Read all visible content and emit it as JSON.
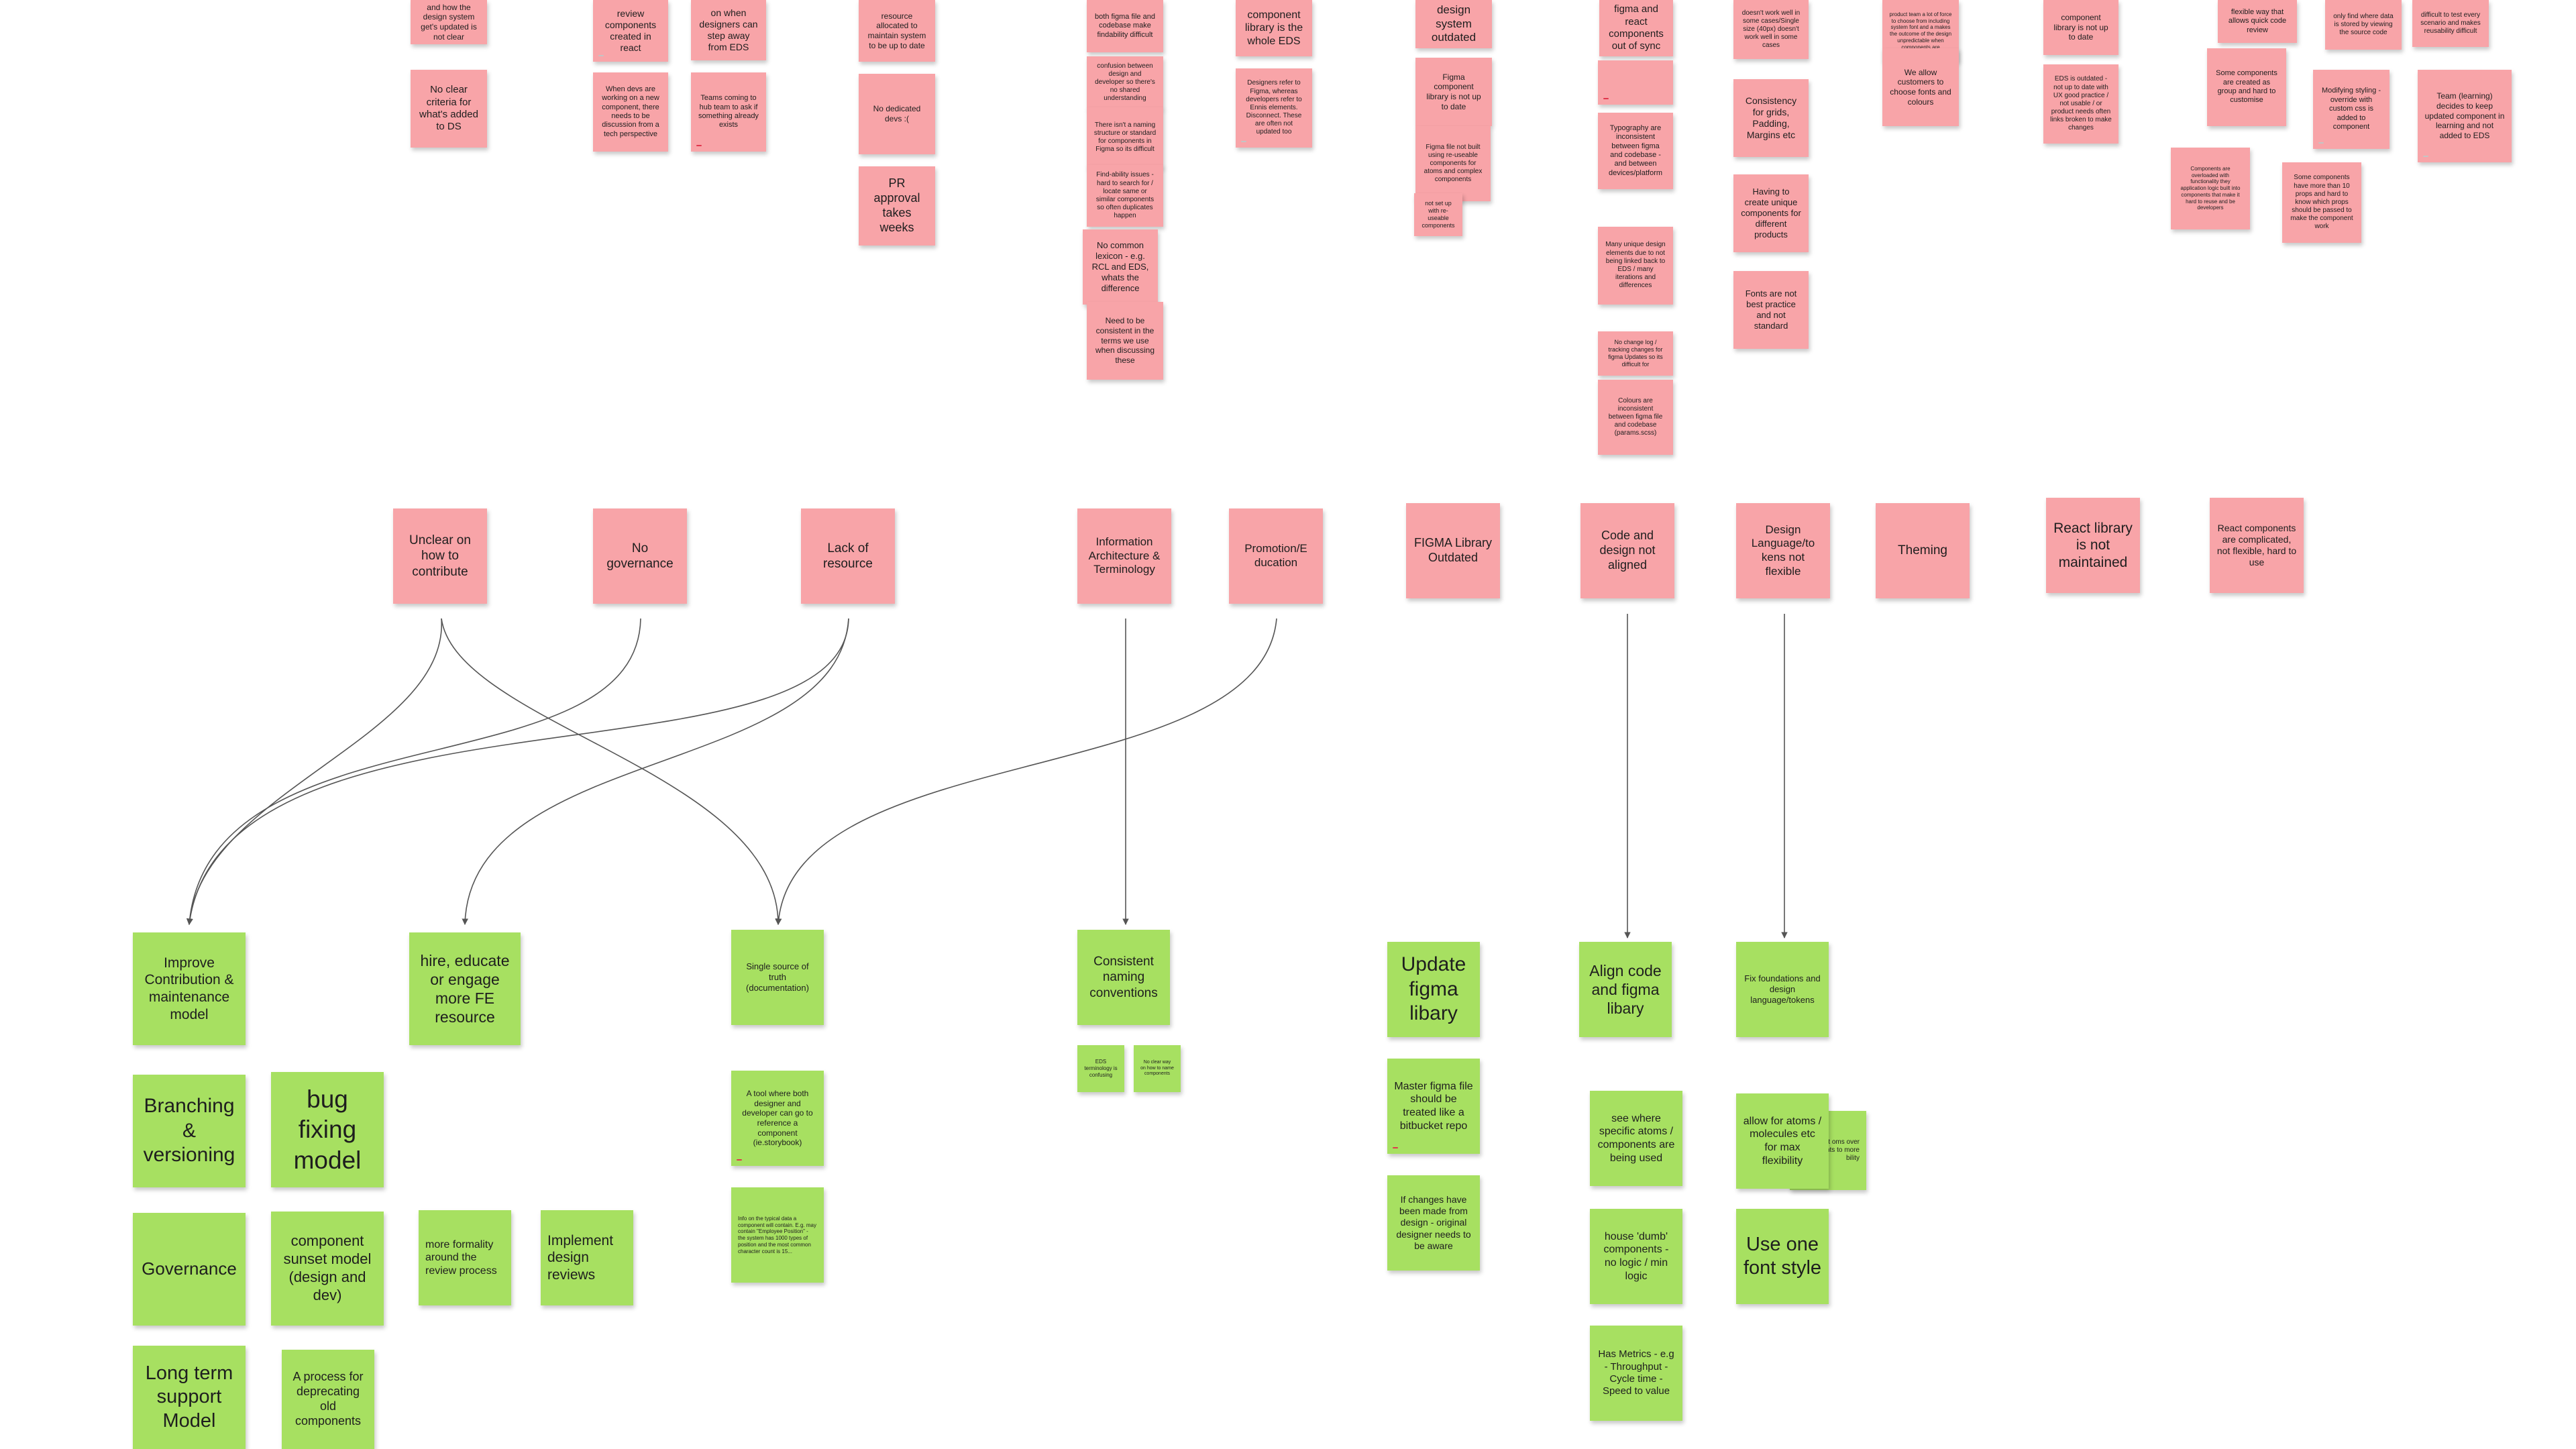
{
  "canvas": {
    "background": "#ffffff",
    "note_pink": "#f8a4a8",
    "note_green": "#a7e061",
    "connector": "#555555"
  },
  "pain_points": {
    "contribution": {
      "n1": "and how the design system get's updated is not clear",
      "n2": "No clear criteria for what's added to DS"
    },
    "governance": {
      "n1": "review components created in react",
      "n2": "When devs are working on a new component, there needs to be discussion from a tech perspective"
    },
    "resource_1": {
      "n1": "on when designers can step away from EDS",
      "n2": "Teams coming to hub team to ask if something already exists"
    },
    "resource_2": {
      "n1": "resource allocated to maintain system to be up to date",
      "n2": "No dedicated devs :(",
      "n3": "PR approval takes weeks"
    },
    "terminology": {
      "n1": "both figma file and codebase make findability difficult",
      "n2": "confusion between design and developer so there's no shared understanding",
      "n3": "There isn't a naming structure or standard for components in Figma so its difficult",
      "n4": "Find-ability issues - hard to search for / locate same or similar components so often duplicates happen",
      "n5": "No common lexicon - e.g. RCL and EDS, whats the difference",
      "n6": "Need to be consistent in the terms we use when discussing these"
    },
    "promotion": {
      "n1": "component library is the whole EDS",
      "n2": "Designers refer to Figma, whereas developers refer to Ennis elements. Disconnect. These are often not updated too"
    },
    "figma": {
      "n1": "design system outdated",
      "n2": "Figma component library is not up to date",
      "n3": "Figma file not built using re-useable components for atoms and complex components",
      "n4": "not set up with re-useable components"
    },
    "alignment": {
      "n1": "figma and react components out of sync",
      "n2": "Typography are inconsistent between figma and codebase - and between devices/platform",
      "n3": "Many unique design elements due to not being linked back to EDS / many iterations and differences",
      "n4": "No change log / tracking changes for figma Updates so its difficult for",
      "n5": "Colours are inconsistent between figma file and codebase (params.scss)"
    },
    "tokens": {
      "n1": "doesn't work well in some cases/Single size (40px) doesn't work well in some cases",
      "n2": "Consistency for grids, Padding, Margins etc",
      "n3": "Having to create unique components for different products",
      "n4": "Fonts are not best practice and not standard"
    },
    "theming": {
      "n1": "product team a lot of force to choose from including system font and a makes the outcome of the design unpredictable when components are",
      "n2": "We allow customers to choose fonts and colours"
    },
    "react": {
      "n1": "component library is not up to date",
      "n2": "EDS is outdated - not up to date with UX good practice / not usable / or product needs often links broken to make changes"
    },
    "react_complex": {
      "n1": "flexible way that allows quick code review",
      "n2": "Some components are created as group and hard to customise",
      "n3": "Components are overloaded with functionality they application logic built into components that make it hard to reuse and be developers",
      "n4": "only find where data is stored by viewing the source code",
      "n5": "Modifying styling - override with custom css is added to component",
      "n6": "Some components have more than 10 props and hard to know which props should be passed to make the component work",
      "n7": "difficult to test every scenario and makes reusability difficult",
      "n8": "Team (learning) decides to keep updated component in learning and not added to EDS"
    }
  },
  "themes": {
    "t1": "Unclear on how to contribute",
    "t2": "No governance",
    "t3": "Lack of resource",
    "t4": "Information Architecture & Terminology",
    "t5": "Promotion/E ducation",
    "t6": "FIGMA Library Outdated",
    "t7": "Code and design not aligned",
    "t8": "Design Language/to kens not flexible",
    "t9": "Theming",
    "t10": "React library is not maintained",
    "t11": "React components are complicated, not flexible, hard to use"
  },
  "solutions": {
    "s1": "Improve Contribution & maintenance model",
    "s2": "Branching & versioning",
    "s3": "bug fixing model",
    "s4": "Governance",
    "s5": "component sunset model (design and dev)",
    "s6": "Long term support Model",
    "s7": "A process for deprecating old components",
    "s8": "hire, educate or engage more FE resource",
    "s9": "more formality around the review process",
    "s10": "Implement design reviews",
    "s11": "Single source of truth (documentation)",
    "s12": "A tool where both designer and developer can go to reference a component (ie.storybook)",
    "s13": "Info on the typical data a component will contain. E.g. may contain \"Employee Position\" - the system has 1000 types of position and the most common character count is 15...",
    "s14": "Consistent naming conventions",
    "s15": "EDS terminology is confusing",
    "s16": "No clear way on how to name components",
    "s17": "Update figma libary",
    "s18": "Master figma file should be treated like a bitbucket repo",
    "s19": "If changes have been made from design - original designer needs to be aware",
    "s20": "Align code and figma libary",
    "s21": "see where specific atoms / components are being used",
    "s22": "house 'dumb' components - no logic / min logic",
    "s23": "Has Metrics - e.g - Throughput - Cycle time - Speed to value",
    "s24": "Fix foundations and design language/tokens",
    "s25": "allow for atoms / molecules etc for max flexibility",
    "s26": "e start oms over omplex ents to more bility",
    "s27": "Use one font style"
  }
}
